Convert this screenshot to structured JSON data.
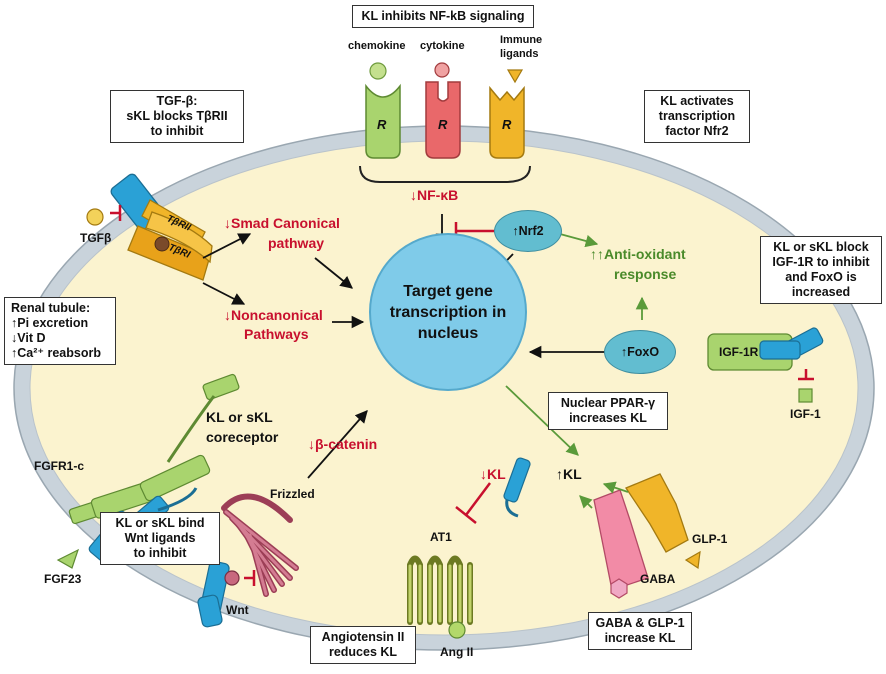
{
  "boxes": {
    "nfkb_box": "KL inhibits NF-kB signaling",
    "tgfb_box": [
      "TGF-β:",
      "sKL blocks TβRII",
      "to inhibit"
    ],
    "nrf2_box": [
      "KL activates",
      "transcription",
      "factor Nfr2"
    ],
    "igf_box": [
      "KL or sKL block",
      "IGF-1R to inhibit",
      "and FoxO is",
      "increased"
    ],
    "renal_box": [
      "Renal tubule:",
      "↑Pi excretion",
      "↓Vit D",
      "↑Ca²⁺ reabsorb"
    ],
    "ppar_box": [
      "Nuclear PPAR-γ",
      "increases KL"
    ],
    "wnt_box": [
      "KL or sKL bind",
      "Wnt ligands",
      "to inhibit"
    ],
    "ang_box": [
      "Angiotensin II",
      "reduces KL"
    ],
    "gaba_box": [
      "GABA & GLP-1",
      "increase KL"
    ]
  },
  "ligands": {
    "chemokine": "chemokine",
    "cytokine": "cytokine",
    "immune": [
      "Immune",
      "ligands"
    ],
    "tgfb": "TGFβ",
    "fgf23": "FGF23",
    "wnt": "Wnt",
    "igf1": "IGF-1",
    "angii": "Ang II",
    "gaba": "GABA",
    "glp1": "GLP-1"
  },
  "receptors": {
    "r_letter": "R",
    "tbrii": "TβRII",
    "tbri": "TβRI",
    "fgfr1c": "FGFR1-c",
    "frizzled": "Frizzled",
    "igf1r": "IGF-1R",
    "at1": "AT1"
  },
  "pathways": {
    "nfkb": "↓NF-κB",
    "smad": [
      "↓Smad Canonical",
      "pathway"
    ],
    "noncanonical": [
      "↓Noncanonical",
      "Pathways"
    ],
    "bcatenin": "↓β-catenin",
    "antiox": [
      "↑↑Anti-oxidant",
      "response"
    ],
    "kl_down": "↓KL",
    "kl_up": "↑KL",
    "coreceptor": [
      "KL or sKL",
      "coreceptor"
    ]
  },
  "nodes": {
    "nrf2": "↑Nrf2",
    "foxo": "↑FoxO",
    "nucleus": [
      "Target gene",
      "transcription in",
      "nucleus"
    ]
  },
  "colors": {
    "cytoplasm": "#fbf3cf",
    "membrane": "#c9d3db",
    "nucleus": "#7fcbe9",
    "inhibit_red": "#c8102e",
    "activate_green": "#5a9a3a",
    "klotho_blue": "#2aa1d6",
    "tgfb_receptor": "#f0b529",
    "fgfr_green": "#a9d46e",
    "frizzled_pink": "#c8687e",
    "at1_green": "#b7c95a"
  }
}
